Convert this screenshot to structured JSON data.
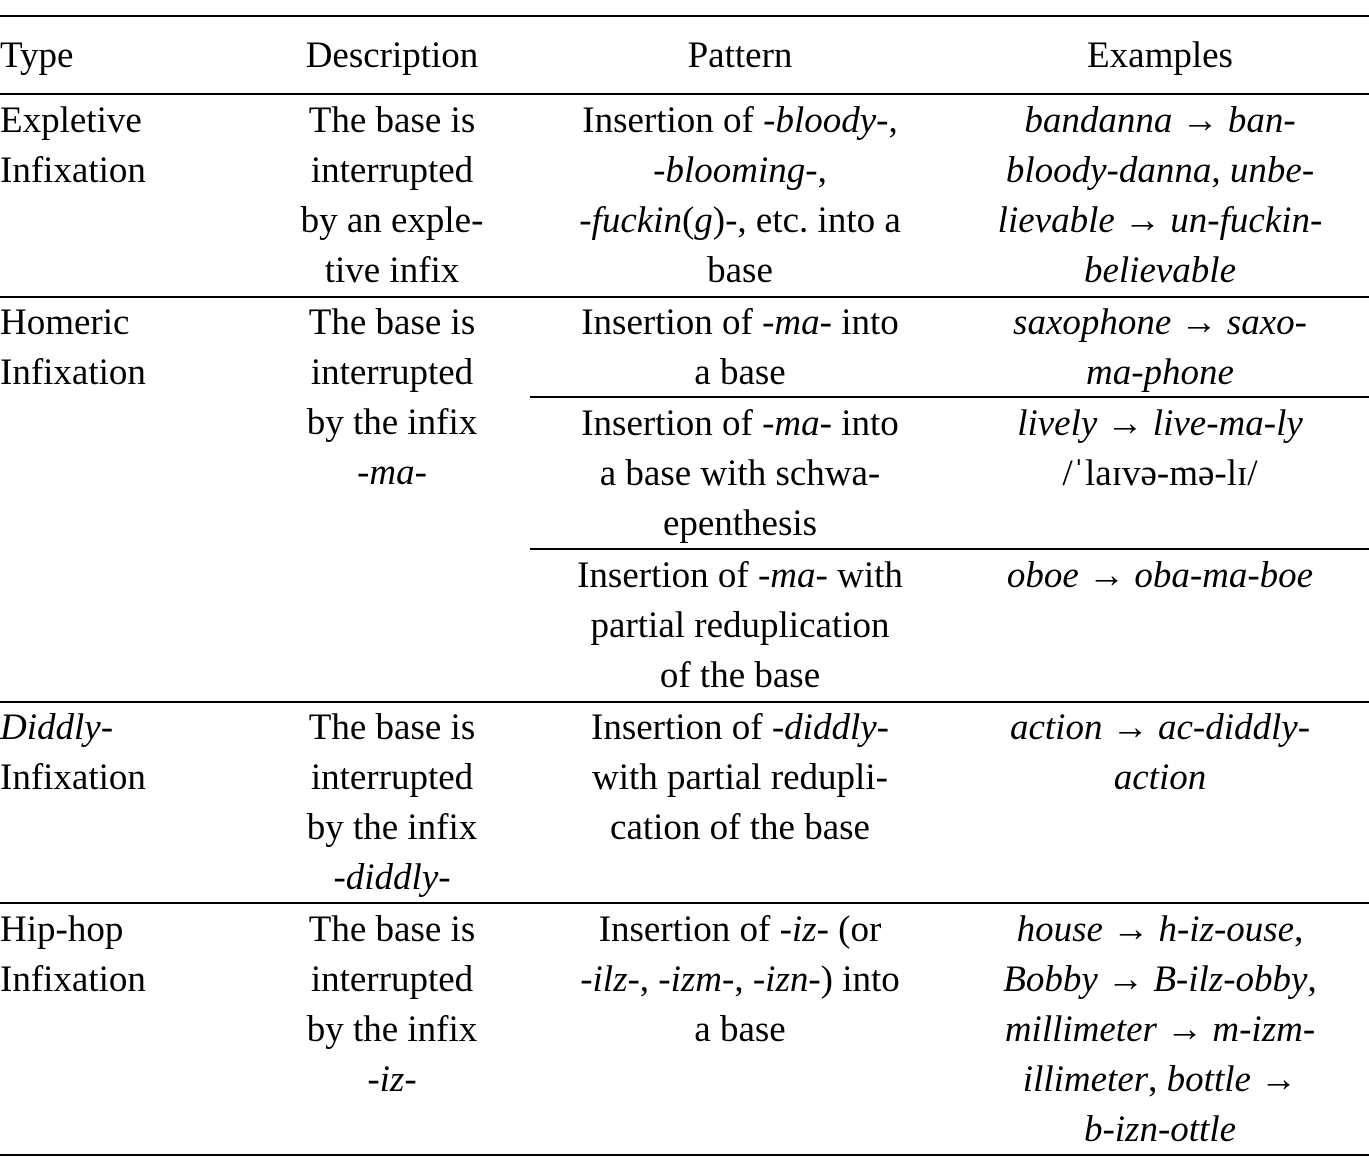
{
  "table": {
    "headers": [
      "Type",
      "Description",
      "Pattern",
      "Examples"
    ],
    "rows": [
      {
        "type": [
          "Expletive",
          "Infixation"
        ],
        "description": [
          "The base is",
          "interrupted",
          "by an exple-",
          "tive infix"
        ],
        "patterns": [
          {
            "lines": [
              [
                {
                  "t": "Insertion of "
                },
                {
                  "t": "-bloody",
                  "i": true
                },
                {
                  "t": "-,"
                }
              ],
              [
                {
                  "t": "-blooming",
                  "i": true
                },
                {
                  "t": "-,"
                }
              ],
              [
                {
                  "t": "-fuckin",
                  "i": true
                },
                {
                  "t": "("
                },
                {
                  "t": "g",
                  "i": true
                },
                {
                  "t": ")-, etc. into a"
                }
              ],
              [
                {
                  "t": "base"
                }
              ]
            ],
            "examples": [
              [
                {
                  "t": "bandanna → ban-",
                  "i": true
                }
              ],
              [
                {
                  "t": "bloody-danna",
                  "i": true
                },
                {
                  "t": ", "
                },
                {
                  "t": "unbe-",
                  "i": true
                }
              ],
              [
                {
                  "t": "lievable → un-fuckin-",
                  "i": true
                }
              ],
              [
                {
                  "t": "believable",
                  "i": true
                }
              ]
            ]
          }
        ]
      },
      {
        "type": [
          "Homeric",
          "Infixation"
        ],
        "description": [
          "The base is",
          "interrupted",
          "by the infix",
          "-ma-"
        ],
        "patterns": [
          {
            "lines": [
              [
                {
                  "t": "Insertion of "
                },
                {
                  "t": "-ma-",
                  "i": true
                },
                {
                  "t": " into"
                }
              ],
              [
                {
                  "t": "a base"
                }
              ]
            ],
            "examples": [
              [
                {
                  "t": "saxophone → saxo-",
                  "i": true
                }
              ],
              [
                {
                  "t": "ma-phone",
                  "i": true
                }
              ]
            ]
          },
          {
            "lines": [
              [
                {
                  "t": "Insertion of "
                },
                {
                  "t": "-ma-",
                  "i": true
                },
                {
                  "t": " into"
                }
              ],
              [
                {
                  "t": "a base with schwa-"
                }
              ],
              [
                {
                  "t": "epenthesis"
                }
              ]
            ],
            "examples": [
              [
                {
                  "t": "lively → live-ma-ly",
                  "i": true
                }
              ],
              [
                {
                  "t": "/ˈlaɪvə-mə-lɪ/"
                }
              ]
            ]
          },
          {
            "lines": [
              [
                {
                  "t": "Insertion of "
                },
                {
                  "t": "-ma-",
                  "i": true
                },
                {
                  "t": " with"
                }
              ],
              [
                {
                  "t": "partial reduplication"
                }
              ],
              [
                {
                  "t": "of the base"
                }
              ]
            ],
            "examples": [
              [
                {
                  "t": "oboe → oba-ma-boe",
                  "i": true
                }
              ]
            ]
          }
        ]
      },
      {
        "type": [
          [
            {
              "t": "Diddly",
              "i": true
            },
            {
              "t": "-"
            }
          ],
          "Infixation"
        ],
        "description": [
          "The base is",
          "interrupted",
          "by the infix",
          "-diddly-"
        ],
        "patterns": [
          {
            "lines": [
              [
                {
                  "t": "Insertion of "
                },
                {
                  "t": "-diddly-",
                  "i": true
                }
              ],
              [
                {
                  "t": "with partial redupli-"
                }
              ],
              [
                {
                  "t": "cation of the base"
                }
              ]
            ],
            "examples": [
              [
                {
                  "t": "action → ac-diddly-",
                  "i": true
                }
              ],
              [
                {
                  "t": "action",
                  "i": true
                }
              ]
            ]
          }
        ]
      },
      {
        "type": [
          "Hip-hop",
          "Infixation"
        ],
        "description": [
          "The base is",
          "interrupted",
          "by the infix",
          "-iz-"
        ],
        "patterns": [
          {
            "lines": [
              [
                {
                  "t": "Insertion of "
                },
                {
                  "t": "-iz-",
                  "i": true
                },
                {
                  "t": " (or"
                }
              ],
              [
                {
                  "t": "-ilz-",
                  "i": true
                },
                {
                  "t": ", "
                },
                {
                  "t": "-izm-",
                  "i": true
                },
                {
                  "t": ", "
                },
                {
                  "t": "-izn-",
                  "i": true
                },
                {
                  "t": ") into"
                }
              ],
              [
                {
                  "t": "a base"
                }
              ]
            ],
            "examples": [
              [
                {
                  "t": "house → h-iz-ouse",
                  "i": true
                },
                {
                  "t": ","
                }
              ],
              [
                {
                  "t": "Bobby → B-ilz-obby",
                  "i": true
                },
                {
                  "t": ","
                }
              ],
              [
                {
                  "t": "millimeter → m-izm-",
                  "i": true
                }
              ],
              [
                {
                  "t": "illimeter",
                  "i": true
                },
                {
                  "t": ", "
                },
                {
                  "t": "bottle →",
                  "i": true
                }
              ],
              [
                {
                  "t": "b-izn-ottle",
                  "i": true
                }
              ]
            ]
          }
        ]
      }
    ]
  }
}
